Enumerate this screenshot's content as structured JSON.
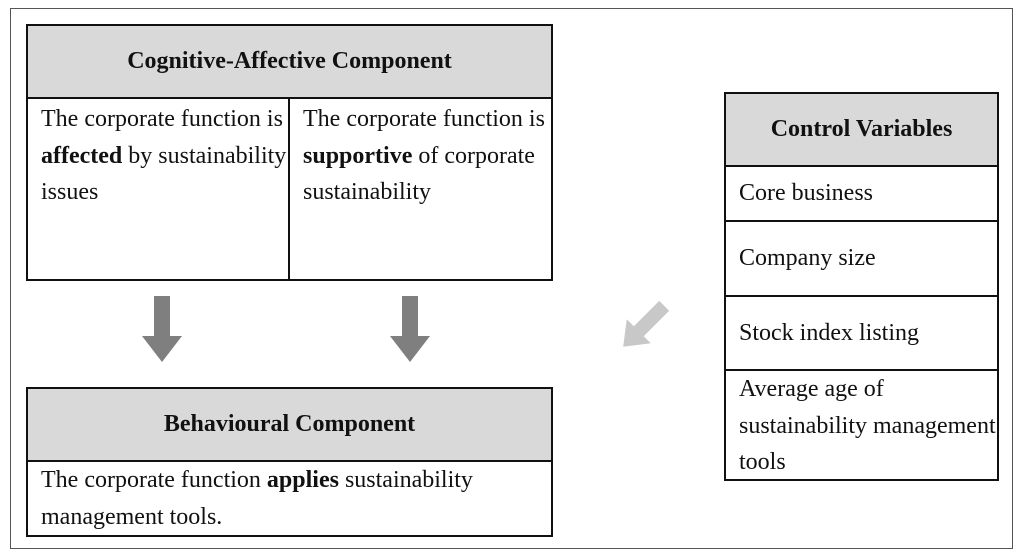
{
  "cognitive_affective": {
    "title": "Cognitive-Affective Component",
    "left": {
      "text_1": "The corporate function is ",
      "bold": "affected",
      "text_2": " by sustainability issues"
    },
    "right": {
      "text_1": "The corporate function is ",
      "bold": "supportive",
      "text_2": " of corporate sustainability"
    }
  },
  "behavioural": {
    "title": "Behavioural Component",
    "text_1": "The corporate function ",
    "bold": "applies",
    "text_2": " sustainability management tools."
  },
  "control_variables": {
    "title": "Control Variables",
    "items": [
      "Core business",
      "Company size",
      "Stock index listing",
      "Average age of sustainability management tools"
    ]
  },
  "colors": {
    "header_fill": "#d9d9d9",
    "arrow_dark": "#7f7f7f",
    "arrow_light": "#c8c8c8"
  }
}
